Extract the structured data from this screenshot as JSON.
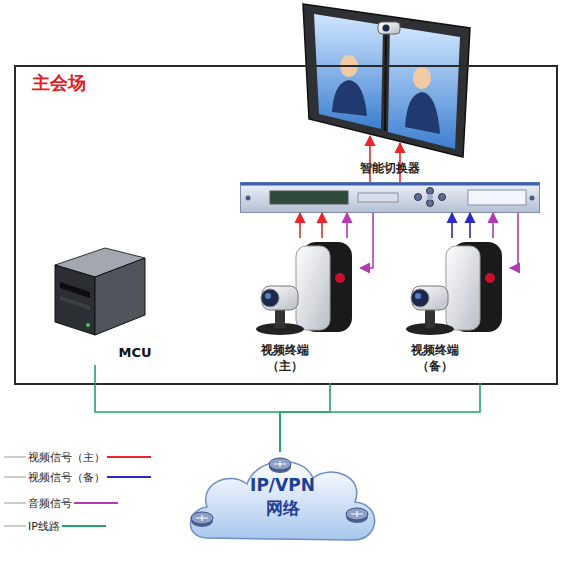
{
  "diagram": {
    "nodes": [
      {
        "text": [
          "主会场"
        ]
      },
      {
        "text": [
          "智能切换器"
        ],
        "in": 0
      },
      {
        "text": [
          "MCU"
        ],
        "in": 0
      },
      {
        "text": [
          "视频终端 （主）"
        ],
        "in": 0
      },
      {
        "text": [
          "视频终端 （备）"
        ],
        "in": 0
      },
      {
        "text": [
          "IP/VPN 网络"
        ]
      }
    ],
    "edges": [
      {
        "from": 3,
        "to": 1,
        "arrow": "to"
      },
      {
        "from": 3,
        "to": 1,
        "arrow": "to"
      },
      {
        "from": 3,
        "to": 1,
        "arrow": "to"
      },
      {
        "from": 1,
        "to": 3,
        "arrow": "to"
      },
      {
        "from": 4,
        "to": 1,
        "arrow": "to"
      },
      {
        "from": 4,
        "to": 1,
        "arrow": "to"
      },
      {
        "from": 4,
        "to": 1,
        "arrow": "to"
      },
      {
        "from": 1,
        "to": 4,
        "arrow": "to"
      },
      {
        "from": 2,
        "to": 5,
        "arrow": "none"
      },
      {
        "from": 3,
        "to": 5,
        "arrow": "none"
      },
      {
        "from": 4,
        "to": 5,
        "arrow": "none"
      }
    ],
    "legend": [
      {
        "text": "视频信号（主）",
        "color": "#e8262b"
      },
      {
        "text": "视频信号（备）",
        "color": "#2a2ac8"
      },
      {
        "text": "音频信号",
        "color": "#b23bb4"
      },
      {
        "text": "IP线路",
        "color": "#23a36a"
      }
    ]
  }
}
